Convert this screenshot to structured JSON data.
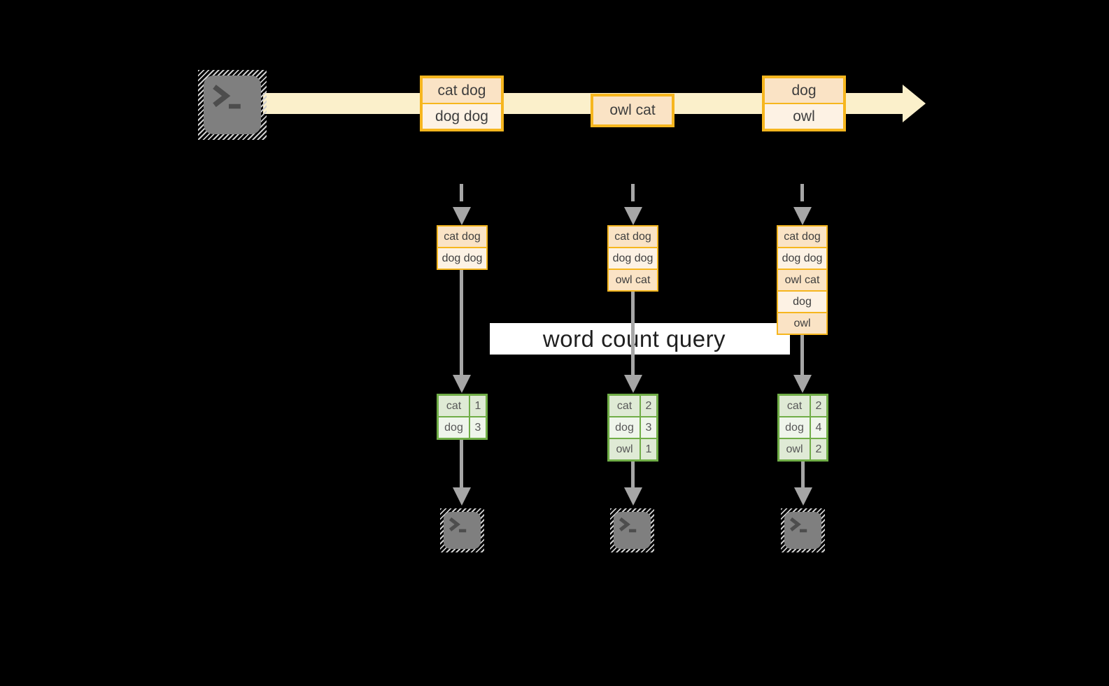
{
  "banner": {
    "label": "word count query"
  },
  "stream_events": [
    {
      "cells": [
        "cat dog",
        "dog dog"
      ]
    },
    {
      "cells": [
        "owl cat"
      ]
    },
    {
      "cells": [
        "dog",
        "owl"
      ]
    }
  ],
  "micro_batches": [
    {
      "cells": [
        "cat dog",
        "dog dog"
      ]
    },
    {
      "cells": [
        "cat dog",
        "dog dog",
        "owl cat"
      ]
    },
    {
      "cells": [
        "cat dog",
        "dog dog",
        "owl cat",
        "dog",
        "owl"
      ]
    }
  ],
  "count_tables": [
    {
      "rows": [
        {
          "word": "cat",
          "count": "1"
        },
        {
          "word": "dog",
          "count": "3"
        }
      ]
    },
    {
      "rows": [
        {
          "word": "cat",
          "count": "2"
        },
        {
          "word": "dog",
          "count": "3"
        },
        {
          "word": "owl",
          "count": "1"
        }
      ]
    },
    {
      "rows": [
        {
          "word": "cat",
          "count": "2"
        },
        {
          "word": "dog",
          "count": "4"
        },
        {
          "word": "owl",
          "count": "2"
        }
      ]
    }
  ],
  "icons": {
    "source": "terminal-icon",
    "sinks": [
      "terminal-icon",
      "terminal-icon",
      "terminal-icon"
    ]
  },
  "colors": {
    "gold_border": "#F6B61E",
    "stream_fill": "#FBF0CB",
    "cell_peach": "#FAE3C5",
    "cell_cream": "#FDF2E4",
    "green_border": "#70AD47",
    "green_row_dark": "#DFEAD5",
    "green_row_light": "#EFF5EB",
    "arrow_gray": "#A6A6A6",
    "banner_bg": "#FFFFFF",
    "banner_text": "#1F1F1F",
    "terminal_fill": "#7F7F7F",
    "terminal_glyph": "#4D4D4D",
    "hatch_gray": "#CFCFCF",
    "box_text": "#3E3E3E",
    "table_text": "#575757",
    "background": "#000000"
  }
}
